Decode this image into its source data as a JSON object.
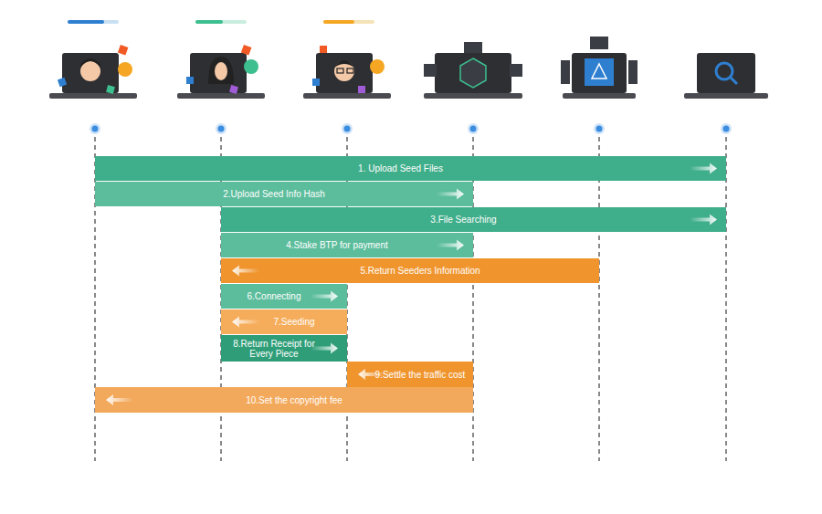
{
  "diagram": {
    "nodes": [
      {
        "text": [
          "1. Upload Seed Files"
        ]
      },
      {
        "text": [
          "2.Upload Seed Info Hash"
        ]
      },
      {
        "text": [
          "3.File Searching"
        ]
      },
      {
        "text": [
          "4.Stake BTP for payment"
        ]
      },
      {
        "text": [
          "5.Return Seeders Information"
        ]
      },
      {
        "text": [
          "6.Connecting"
        ]
      },
      {
        "text": [
          "7.Seeding"
        ]
      },
      {
        "text": [
          "8.Return Receipt for Every Piece"
        ]
      },
      {
        "text": [
          "9.Settle the traffic cost"
        ]
      },
      {
        "text": [
          "10.Set the copyright fee"
        ]
      }
    ]
  }
}
